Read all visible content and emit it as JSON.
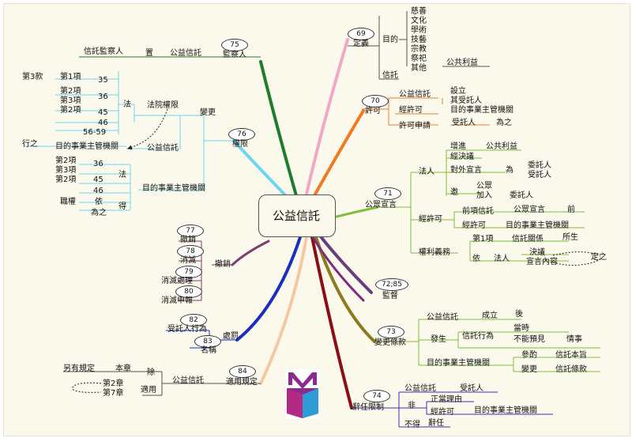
{
  "center": "公益信託",
  "b69": {
    "num": "69",
    "title": "定義",
    "mudi": "目的",
    "items": [
      "慈善",
      "文化",
      "學術",
      "技藝",
      "宗教",
      "祭祀",
      "其他"
    ],
    "public": "公共利益",
    "trust": "信託"
  },
  "b70": {
    "num": "70",
    "title": "許可",
    "pub_trust": "公益信託",
    "establish": "設立",
    "change": "其受託人",
    "by_permit": "經許可",
    "authority": "目的事業主管機關",
    "apply": "許可申請",
    "trustee": "受託人",
    "do_it": "為之"
  },
  "b71": {
    "num": "71",
    "title": "公眾宣言",
    "legal_person": "法人",
    "promote": "增進",
    "public_interest": "公共利益",
    "resolution": "經決議",
    "external": "對外宣言",
    "for_word": "為",
    "trustee1": "委託人",
    "trustee2": "受託人",
    "invite": "邀",
    "public": "公眾",
    "join": "加入",
    "settlor": "委託人",
    "permitted": "經許可",
    "before_trust": "前項信託",
    "public_decl": "公眾宣言",
    "before": "前",
    "authority": "目的事業主管機關",
    "rights": "權利義務",
    "item1": "第1項",
    "trust_rel": "信託關係",
    "belong": "所生",
    "yi": "依",
    "law_person": "法人",
    "decision": "決議",
    "content": "宣言內容",
    "decide": "定之"
  },
  "b72": {
    "num": "72;85",
    "title": "監督"
  },
  "b73": {
    "num": "73",
    "title": "變更條款",
    "pub_trust": "公益信託",
    "established": "成立",
    "after": "後",
    "occur": "發生",
    "trust_act": "信託行為",
    "then": "當時",
    "unforeseen": "不能預見",
    "situation": "情事",
    "authority": "目的事業主管機關",
    "refer": "參酌",
    "trust_intent": "信託本旨",
    "change": "變更",
    "trust_terms": "信託條款"
  },
  "b74": {
    "num": "74",
    "title": "辭任限制",
    "pub_trust": "公益信託",
    "trustee": "受託人",
    "not": "非",
    "just_cause": "正當理由",
    "permitted": "經許可",
    "authority": "目的事業主管機關",
    "cannot": "不得",
    "resign": "辭任"
  },
  "b75": {
    "num": "75",
    "title": "監察人",
    "pub_trust": "公益信託",
    "place": "置",
    "supervisor": "信託監察人"
  },
  "b76": {
    "num": "76",
    "title": "權限",
    "change": "變更",
    "court": "法院權限",
    "law": "法",
    "pub_trust": "公益信託",
    "authority_long": "目的事業主管機關",
    "act": "行之",
    "art3": "第3款",
    "upper_rows": [
      [
        "第1項",
        "35"
      ],
      [
        "第2項",
        "36"
      ],
      [
        "第3項",
        ""
      ],
      [
        "第2項",
        "45"
      ],
      [
        "",
        "46"
      ],
      [
        "",
        "56-59"
      ]
    ],
    "authority_mid": "目的事業主管機關",
    "lower_rows": [
      [
        "第2項",
        "36"
      ],
      [
        "第3項",
        ""
      ],
      [
        "第2項",
        "45"
      ],
      [
        "",
        "46"
      ]
    ],
    "law2": "法",
    "duty": "職權",
    "yi": "依",
    "de": "得",
    "do_it": "為之"
  },
  "b77": {
    "num": "77",
    "title": "撤銷",
    "sub_title": "撤銷",
    "n78": "78",
    "extinct": "消滅",
    "n79": "79",
    "extinct_proc": "消滅處理",
    "n80": "80",
    "extinct_report": "消滅申報"
  },
  "b82": {
    "num": "82",
    "trustee_act": "受託人行為",
    "num83": "83",
    "name": "名稱",
    "title": "處罰"
  },
  "b84": {
    "num": "84",
    "title": "適用規定",
    "pub_trust": "公益信託",
    "other": "另有規定",
    "this_chap": "本章",
    "except": "除",
    "chap2": "第2章",
    "chap7": "第7章",
    "apply": "適用"
  },
  "logo": {
    "colors": [
      "#2c9bd6",
      "#8b2a8f",
      "#d42a7a"
    ]
  }
}
